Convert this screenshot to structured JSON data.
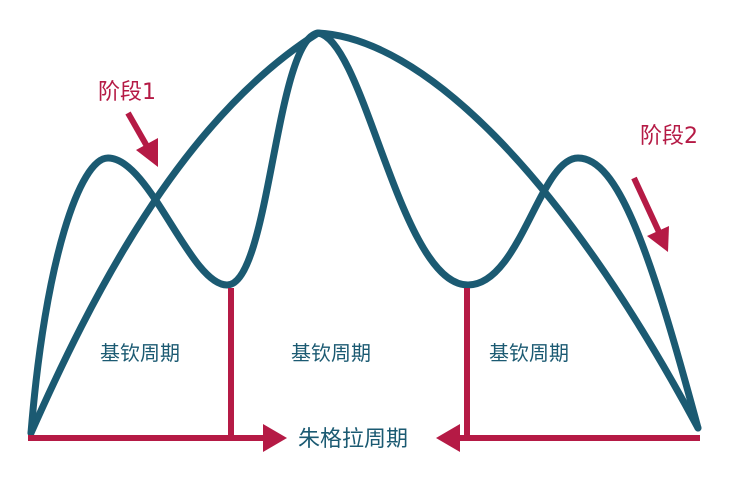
{
  "labels": {
    "stage1": "阶段1",
    "stage2": "阶段2",
    "kitchin_left": "基钦周期",
    "kitchin_middle": "基钦周期",
    "kitchin_right": "基钦周期",
    "juglar": "朱格拉周期"
  },
  "colors": {
    "curve": "#1b5a72",
    "accent": "#b51a45",
    "background": "#ffffff"
  }
}
